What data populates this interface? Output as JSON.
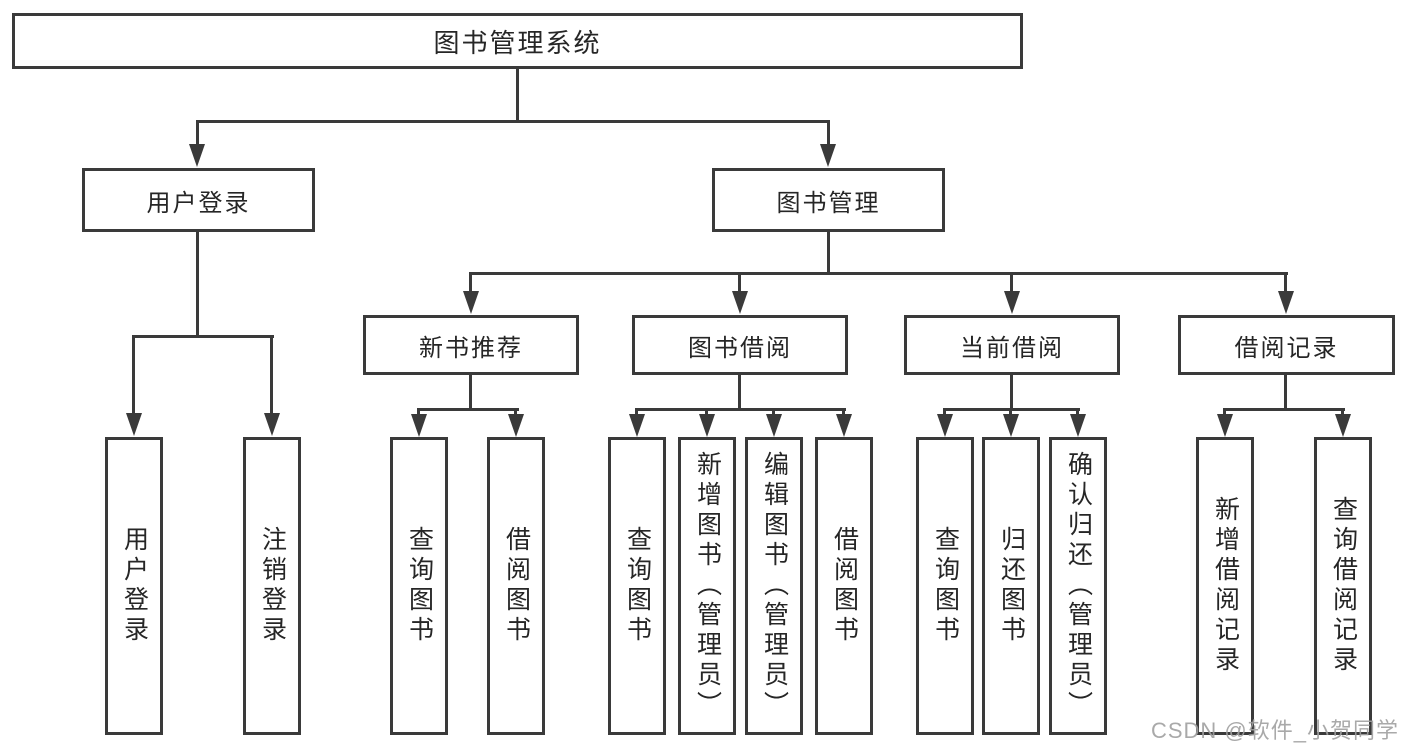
{
  "title_node": {
    "label": "图书管理系统"
  },
  "branches": {
    "user_login": {
      "label": "用户登录",
      "children": [
        {
          "label": "用户登录"
        },
        {
          "label": "注销登录"
        }
      ]
    },
    "book_mgmt": {
      "label": "图书管理",
      "sections": [
        {
          "label": "新书推荐",
          "children": [
            {
              "label": "查询图书"
            },
            {
              "label": "借阅图书"
            }
          ]
        },
        {
          "label": "图书借阅",
          "children": [
            {
              "label": "查询图书"
            },
            {
              "label": "新增图书（管理员）"
            },
            {
              "label": "编辑图书（管理员）"
            },
            {
              "label": "借阅图书"
            }
          ]
        },
        {
          "label": "当前借阅",
          "children": [
            {
              "label": "查询图书"
            },
            {
              "label": "归还图书"
            },
            {
              "label": "确认归还（管理员）"
            }
          ]
        },
        {
          "label": "借阅记录",
          "children": [
            {
              "label": "新增借阅记录"
            },
            {
              "label": "查询借阅记录"
            }
          ]
        }
      ]
    }
  },
  "watermark": "CSDN @软件_小贺同学",
  "colors": {
    "line": "#3a3a3a",
    "text": "#262626",
    "watermark": "#a0a0a0",
    "background": "#ffffff"
  }
}
